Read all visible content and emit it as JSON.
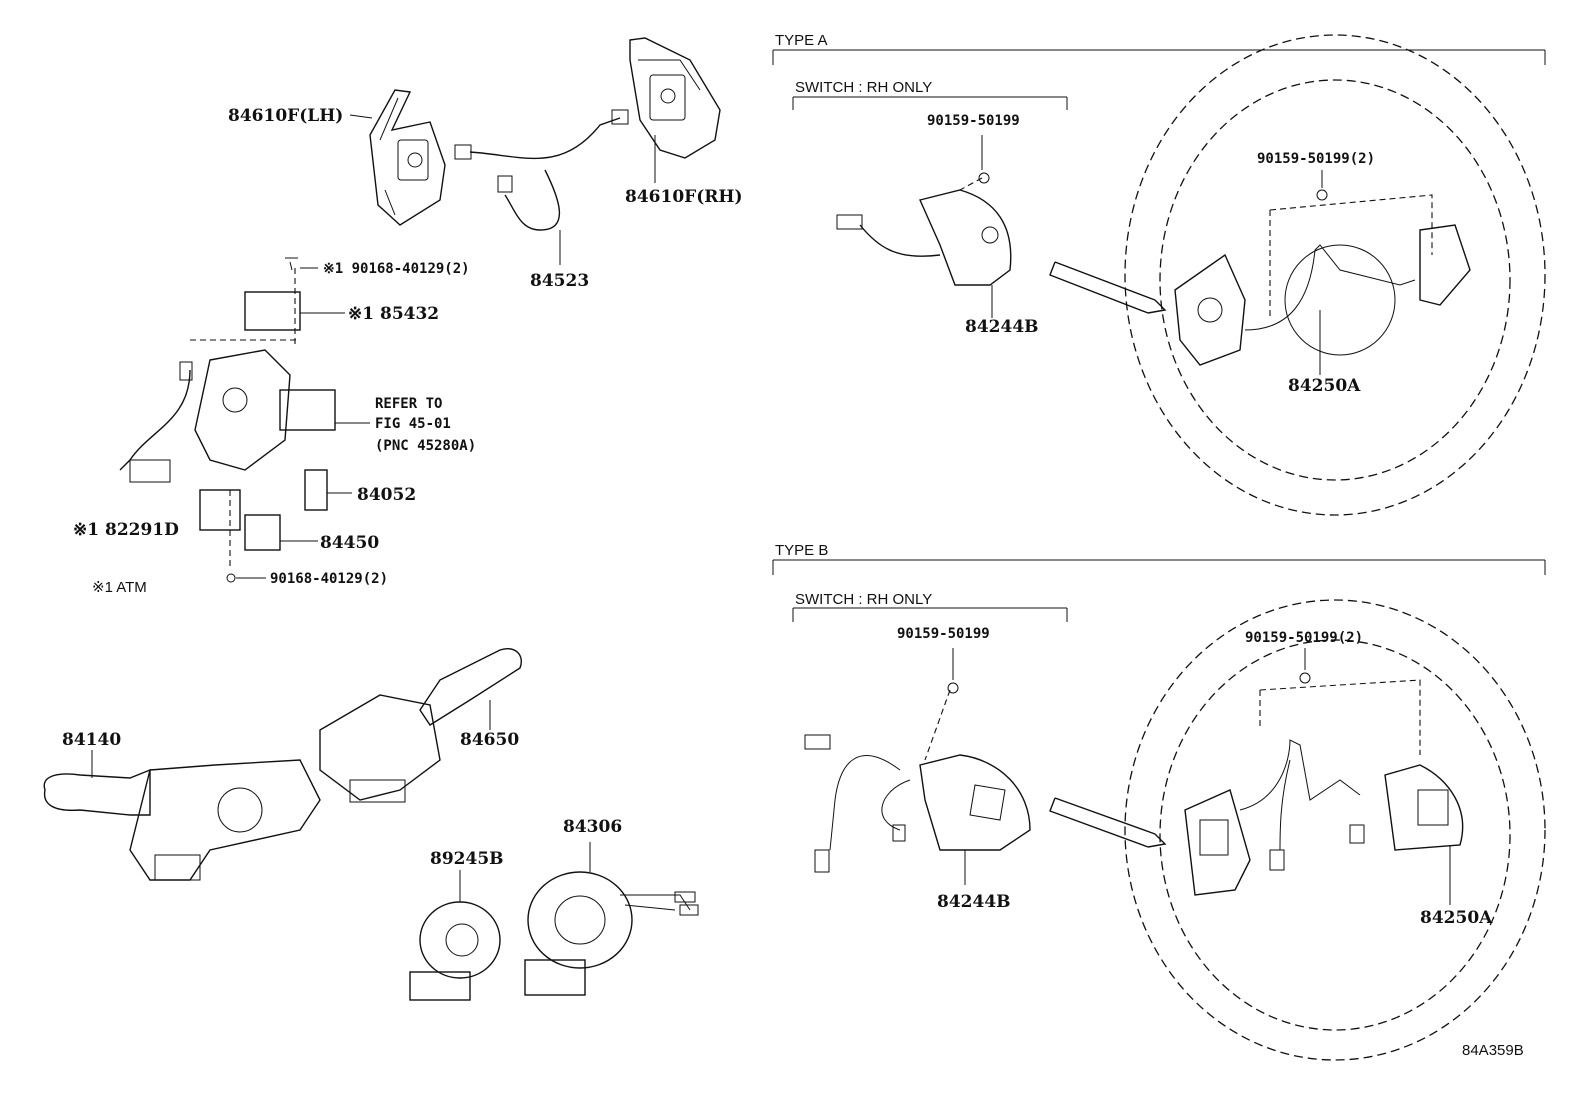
{
  "diagram_code": "84A359B",
  "left_group": {
    "paddle_lh": "84610F(LH)",
    "paddle_rh": "84610F(RH)",
    "paddle_harness": "84523",
    "screw_top": "※1 90168-40129(2)",
    "switch_85432": "※1 85432",
    "refer_line1": "REFER TO",
    "refer_line2": "FIG 45-01",
    "refer_line3": "(PNC 45280A)",
    "part_84052": "84052",
    "part_82291d": "※1 82291D",
    "part_84450": "84450",
    "screw_bottom": "90168-40129(2)",
    "note_atm": "※1 ATM",
    "part_84140": "84140",
    "part_84650": "84650",
    "part_84306": "84306",
    "part_89245b": "89245B"
  },
  "type_a": {
    "title": "TYPE A",
    "switch_note": "SWITCH : RH ONLY",
    "screw_single": "90159-50199",
    "screw_double": "90159-50199(2)",
    "switch_part": "84244B",
    "harness_part": "84250A"
  },
  "type_b": {
    "title": "TYPE B",
    "switch_note": "SWITCH : RH ONLY",
    "screw_single": "90159-50199",
    "screw_double": "90159-50199(2)",
    "switch_part": "84244B",
    "harness_part": "84250A"
  }
}
